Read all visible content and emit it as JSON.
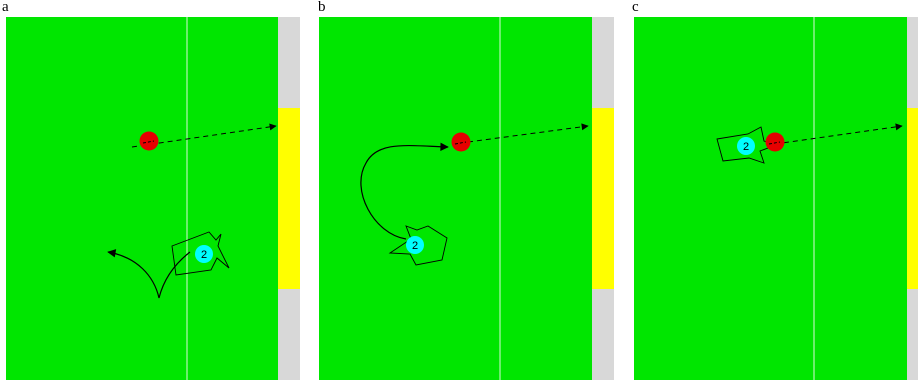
{
  "colors": {
    "field": "#00e600",
    "field_line": "#d8f8d8",
    "wall": "#d8d8d8",
    "goal": "#ffff00",
    "ball": "#e60000",
    "robot_marker": "#00ffff",
    "path_line": "#000000"
  },
  "panels": [
    {
      "letter": "a",
      "robot_number": "2"
    },
    {
      "letter": "b",
      "robot_number": "2"
    },
    {
      "letter": "c",
      "robot_number": "2"
    }
  ]
}
